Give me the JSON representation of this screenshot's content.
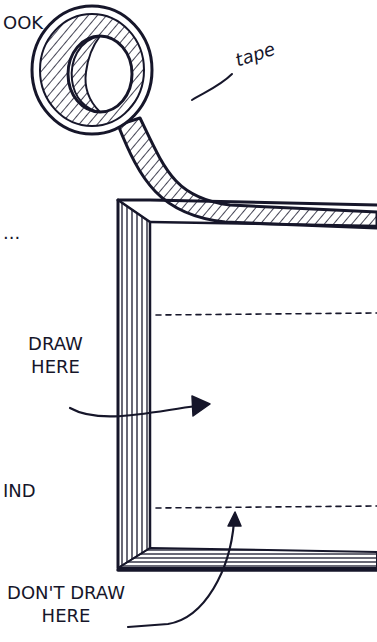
{
  "diagram": {
    "labels": [
      "OOK",
      "tape",
      "...",
      "DRAW HERE",
      "IND",
      "DON'T DRAW HERE"
    ]
  }
}
